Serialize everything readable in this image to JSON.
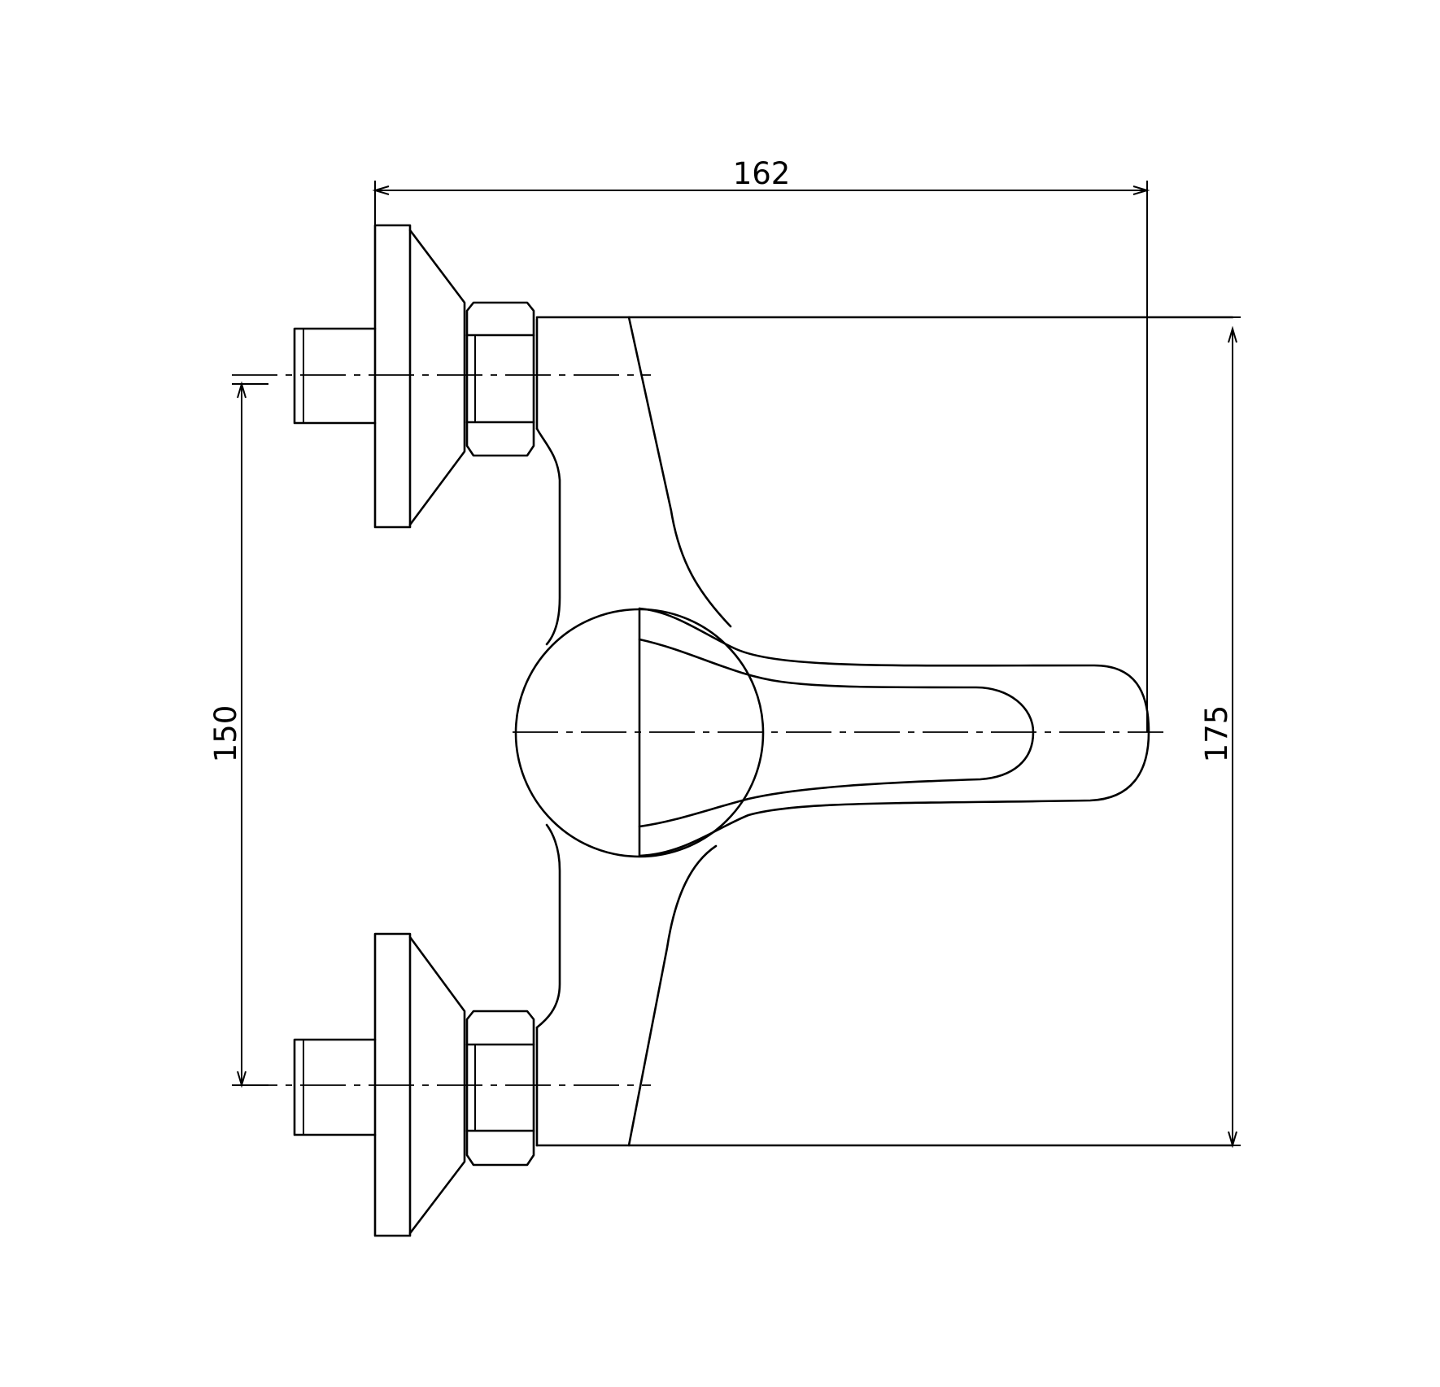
{
  "drawing": {
    "dimensions": {
      "overall_width": "162",
      "inlet_spacing": "150",
      "overall_height": "175"
    }
  }
}
